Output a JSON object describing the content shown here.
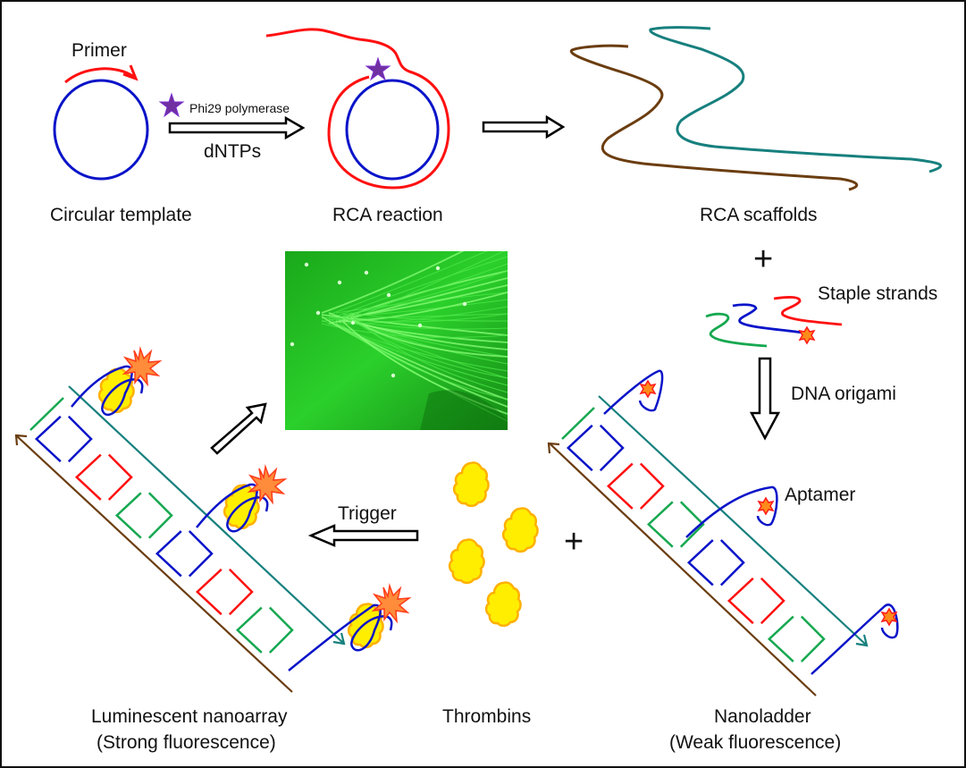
{
  "title": "RCA-templated DNA origami nanoladder assembly and thrombin-triggered luminescent nanoarray",
  "steps": {
    "circular_template": {
      "label": "Circular template",
      "primer_label": "Primer"
    },
    "polymerization": {
      "enzyme_label": "Phi29 polymerase",
      "reagent_label": "dNTPs"
    },
    "rca_reaction": {
      "label": "RCA reaction"
    },
    "rca_scaffolds": {
      "label": "RCA scaffolds"
    },
    "staple_strands": {
      "label": "Staple strands"
    },
    "dna_origami": {
      "label": "DNA origami"
    },
    "nanoladder": {
      "label_line1": "Nanoladder",
      "label_line2": "(Weak fluorescence)",
      "aptamer_label": "Aptamer"
    },
    "thrombins": {
      "label": "Thrombins"
    },
    "trigger": {
      "label": "Trigger"
    },
    "nanoarray": {
      "label_line1": "Luminescent nanoarray",
      "label_line2": "(Strong fluorescence)"
    }
  },
  "operators": {
    "plus": "+"
  },
  "colors": {
    "template_blue": "#0a14c8",
    "primer_red": "#ff1010",
    "polymerase_purple": "#7030a0",
    "scaffold_brown": "#6b3d10",
    "scaffold_teal": "#17807e",
    "staple_green": "#16a850",
    "fluor_orange": "#ff8c1a",
    "thrombin_yellow": "#ffee00",
    "micrograph_green": "#22c81e"
  }
}
